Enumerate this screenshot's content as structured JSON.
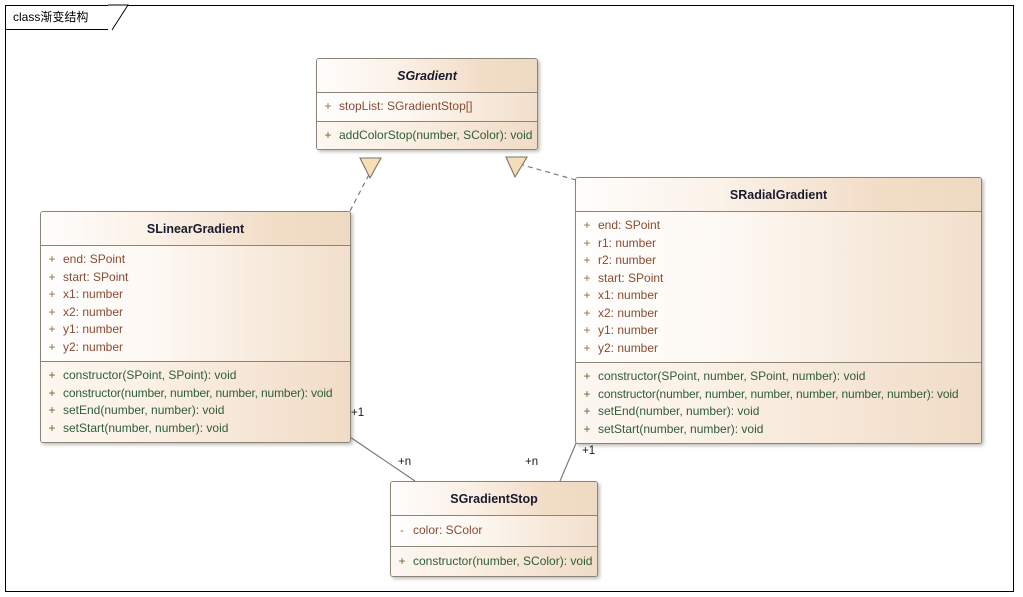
{
  "frame": {
    "tab_label": "class渐变结构",
    "border_color": "#000000"
  },
  "palette": {
    "class_border": "#8a8577",
    "header_gradient_start": "#fffdfb",
    "header_gradient_end": "#eed9c2",
    "attribute_text": "#8a4b33",
    "attribute_visibility": "#9b6a3c",
    "operation_text": "#2f5d3a",
    "operation_visibility": "#5e6b2a",
    "title_text": "#1a1a2e",
    "connector_line": "#7a7369",
    "arrowhead_fill": "#f5dfb9"
  },
  "classes": [
    {
      "id": "sgradient",
      "name": "SGradient",
      "abstract": true,
      "attributes": [
        {
          "visibility": "+",
          "signature": "stopList: SGradientStop[]"
        }
      ],
      "operations": [
        {
          "visibility": "+",
          "signature": "addColorStop(number, SColor): void"
        }
      ]
    },
    {
      "id": "slineargradient",
      "name": "SLinearGradient",
      "abstract": false,
      "attributes": [
        {
          "visibility": "+",
          "signature": "end: SPoint"
        },
        {
          "visibility": "+",
          "signature": "start: SPoint"
        },
        {
          "visibility": "+",
          "signature": "x1: number"
        },
        {
          "visibility": "+",
          "signature": "x2: number"
        },
        {
          "visibility": "+",
          "signature": "y1: number"
        },
        {
          "visibility": "+",
          "signature": "y2: number"
        }
      ],
      "operations": [
        {
          "visibility": "+",
          "signature": "constructor(SPoint, SPoint): void"
        },
        {
          "visibility": "+",
          "signature": "constructor(number, number, number, number): void"
        },
        {
          "visibility": "+",
          "signature": "setEnd(number, number): void"
        },
        {
          "visibility": "+",
          "signature": "setStart(number, number): void"
        }
      ]
    },
    {
      "id": "sradialgradient",
      "name": "SRadialGradient",
      "abstract": false,
      "attributes": [
        {
          "visibility": "+",
          "signature": "end: SPoint"
        },
        {
          "visibility": "+",
          "signature": "r1: number"
        },
        {
          "visibility": "+",
          "signature": "r2: number"
        },
        {
          "visibility": "+",
          "signature": "start: SPoint"
        },
        {
          "visibility": "+",
          "signature": "x1: number"
        },
        {
          "visibility": "+",
          "signature": "x2: number"
        },
        {
          "visibility": "+",
          "signature": "y1: number"
        },
        {
          "visibility": "+",
          "signature": "y2: number"
        }
      ],
      "operations": [
        {
          "visibility": "+",
          "signature": "constructor(SPoint, number, SPoint, number): void"
        },
        {
          "visibility": "+",
          "signature": "constructor(number, number, number, number, number, number): void"
        },
        {
          "visibility": "+",
          "signature": "setEnd(number, number): void"
        },
        {
          "visibility": "+",
          "signature": "setStart(number, number): void"
        }
      ]
    },
    {
      "id": "sgradientstop",
      "name": "SGradientStop",
      "abstract": false,
      "attributes": [
        {
          "visibility": "-",
          "signature": "color: SColor"
        }
      ],
      "operations": [
        {
          "visibility": "+",
          "signature": "constructor(number, SColor): void"
        }
      ]
    }
  ],
  "relations": [
    {
      "id": "rel-linear-realizes-gradient",
      "kind": "realization",
      "from": "SLinearGradient",
      "to": "SGradient",
      "style": "dashed-hollow-triangle"
    },
    {
      "id": "rel-radial-realizes-gradient",
      "kind": "realization",
      "from": "SRadialGradient",
      "to": "SGradient",
      "style": "dashed-hollow-triangle"
    },
    {
      "id": "rel-linear-stop",
      "kind": "association",
      "from": "SLinearGradient",
      "to": "SGradientStop",
      "style": "solid",
      "source_multiplicity": "+1",
      "target_multiplicity": "+n"
    },
    {
      "id": "rel-radial-stop",
      "kind": "association",
      "from": "SRadialGradient",
      "to": "SGradientStop",
      "style": "solid",
      "source_multiplicity": "+1",
      "target_multiplicity": "+n"
    }
  ],
  "multiplicity_labels": [
    {
      "text": "+1",
      "owner": "SLinearGradient"
    },
    {
      "text": "+n",
      "owner": "SGradientStop-left"
    },
    {
      "text": "+n",
      "owner": "SGradientStop-right"
    },
    {
      "text": "+1",
      "owner": "SRadialGradient"
    }
  ]
}
